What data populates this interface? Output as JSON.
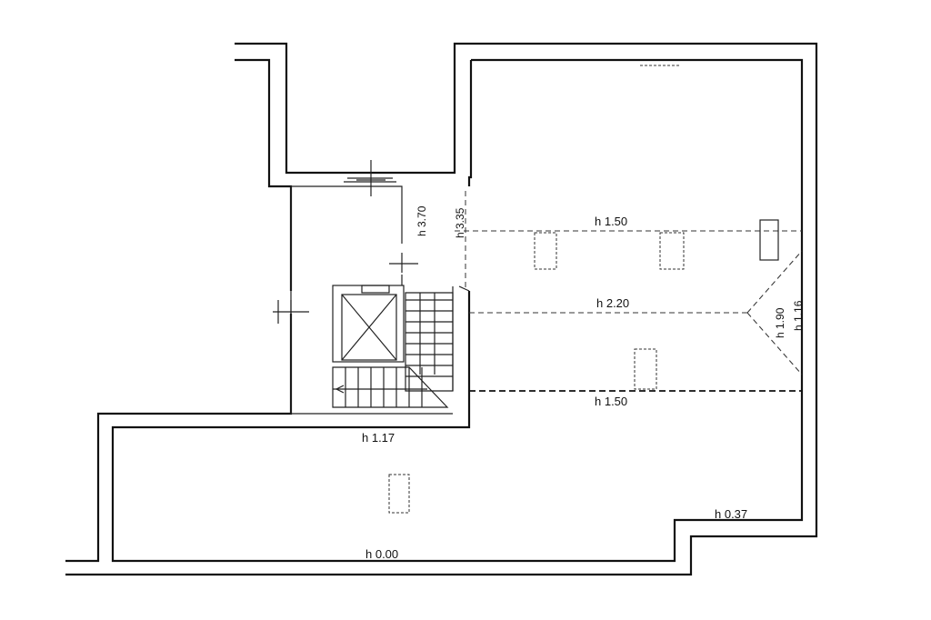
{
  "plan": {
    "labels": {
      "h_1_50_top": "h 1.50",
      "h_2_20": "h 2.20",
      "h_1_50_bottom": "h 1.50",
      "h_1_17": "h 1.17",
      "h_0_37": "h 0.37",
      "h_0_00": "h 0.00",
      "h_3_70": "h 3.70",
      "h_3_35": "h 3.35",
      "h_1_90": "h 1.90",
      "h_1_16": "h 1.16"
    }
  }
}
